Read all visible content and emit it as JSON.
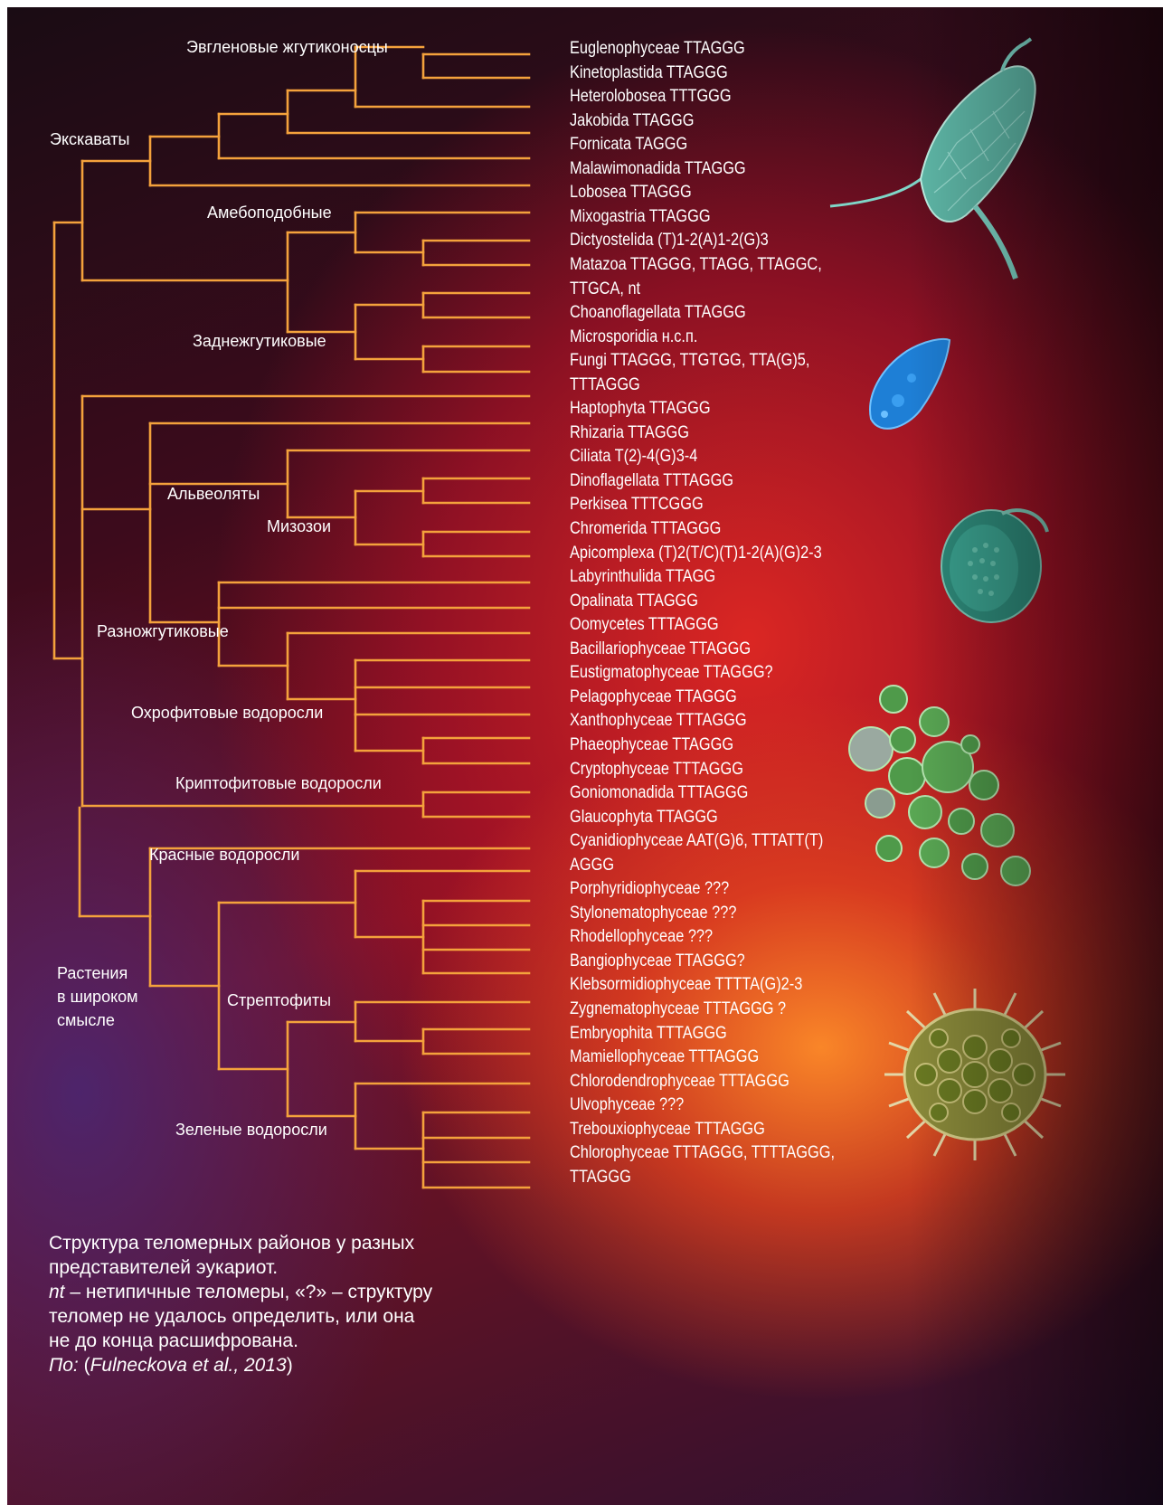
{
  "clade_labels": {
    "euglenozoa": "Эвгленовые жгутиконосцы",
    "excavata": "Экскаваты",
    "amoebozoa": "Амебоподобные",
    "opisthokonta": "Заднежгутиковые",
    "alveolata": "Альвеоляты",
    "myzozoa": "Мизозои",
    "stramenopiles": "Разножгутиковые",
    "ochrophyta": "Охрофитовые водоросли",
    "cryptophyta": "Криптофитовые водоросли",
    "rhodophyta": "Красные водоросли",
    "streptophyta": "Стрептофиты",
    "chlorophyta": "Зеленые водоросли",
    "plants": [
      "Растения",
      "в широком",
      "смысле"
    ]
  },
  "leaves": [
    "Euglenophyceae TTAGGG",
    "Kinetoplastida TTAGGG",
    "Heterolobosea TTTGGG",
    "Jakobida TTAGGG",
    "Fornicata TAGGG",
    "Malawimonadida TTAGGG",
    "Lobosea TTAGGG",
    "Mixogastria TTAGGG",
    "Dictyostelida (T)1-2(A)1-2(G)3",
    "Matazoa TTAGGG, TTAGG, TTAGGC,",
    "TTGCA, nt",
    "Choanoflagellata TTAGGG",
    "Microsporidia н.с.п.",
    "Fungi TTAGGG, TTGTGG, TTA(G)5,",
    "TTTAGGG",
    "Haptophyta TTAGGG",
    "Rhizaria TTAGGG",
    "Ciliata T(2)-4(G)3-4",
    "Dinoflagellata TTTAGGG",
    "Perkisea TTTCGGG",
    "Chromerida TTTAGGG",
    "Apicomplexa (T)2(T/C)(T)1-2(A)(G)2-3",
    "Labyrinthulida TTAGG",
    "Opalinata TTAGGG",
    "Oomycetes TTTAGGG",
    "Bacillariophyceae TTAGGG",
    "Eustigmatophyceae TTAGGG?",
    "Pelagophyceae TTAGGG",
    "Xanthophyceae TTTAGGG",
    "Phaeophyceae TTAGGG",
    "Cryptophyceae TTTAGGG",
    "Goniomonadida TTTAGGG",
    "Glaucophyta TTAGGG",
    "Cyanidiophyceae AAT(G)6, TTTATT(T)",
    "AGGG",
    "Porphyridiophyceae ???",
    "Stylonematophyceae ???",
    "Rhodellophyceae ???",
    "Bangiophyceae TTAGGG?",
    "Klebsormidiophyceae TTTTA(G)2-3",
    "Zygnematophyceae TTTAGGG ?",
    "Embryophita TTTAGGG",
    "Mamiellophyceae TTTAGGG",
    "Chlorodendrophyceae TTTAGGG",
    "Ulvophyceae ???",
    "Trebouxiophyceae TTTAGGG",
    "Chlorophyceae TTTAGGG, TTTTAGGG,",
    "TTAGGG"
  ],
  "caption": {
    "line1": "Структура теломерных районов у разных",
    "line2": "представителей эукариот.",
    "line3_italic": "nt",
    "line3_rest": " – нетипичные теломеры, «?» – структуру",
    "line4": "теломер не удалось определить, или она",
    "line5": "не до конца расшифрована.",
    "line6_italic": "По:",
    "line6_open": " (",
    "line6_ref": "Fulneckova et al., 2013",
    "line6_close": ")"
  },
  "colors": {
    "branch": "#f4a23c",
    "text": "#ffffff"
  },
  "organisms": [
    "euglena-organism",
    "blue-protist-organism",
    "dinoflagellate-organism",
    "green-algae-cluster",
    "pollen-grain-organism"
  ]
}
